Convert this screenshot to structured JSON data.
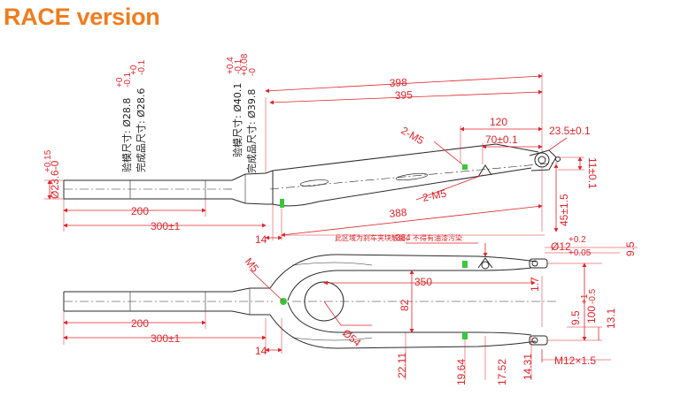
{
  "title": "RACE version",
  "colors": {
    "title": "#f07c1e",
    "dimension": "#e0242a",
    "outline": "#2a2a2a",
    "marker": "#38c83a"
  },
  "side_view": {
    "steerer_dia": "Ø23.6-0",
    "steerer_tol": "+0.15",
    "len_200": "200",
    "len_300": "300±1",
    "len_14": "14",
    "mold_upper": "验模尺寸: Ø28.8",
    "mold_upper_tol_top": "+0",
    "mold_upper_tol_bot": "-0.1",
    "final_upper": "完成品尺寸: Ø28.6",
    "final_upper_tol_top": "+0",
    "final_upper_tol_bot": "-0.1",
    "mold_lower": "验模尺寸: Ø40.1",
    "mold_lower_tol_top": "+0.4",
    "mold_lower_tol_bot": "-0.1",
    "final_lower": "完成品尺寸: Ø39.8",
    "final_lower_tol_top": "+0.08",
    "final_lower_tol_bot": "-0",
    "len_398": "398",
    "len_395": "395",
    "len_120": "120",
    "len_70": "70±0.1",
    "dia_23_5": "23.5±0.1",
    "m5_upper": "2-M5",
    "m5_lower": "2-M5",
    "len_388": "388",
    "offset_45": "45±1.5",
    "dim_11": "11±0.1"
  },
  "front_view": {
    "note": "此区域为刹车夹块触面，不得有油漆污染",
    "len_354_partial": "384",
    "axle_dia": "Ø12",
    "axle_tol_top": "+0.2",
    "axle_tol_bot": "+0.05",
    "dim_9_5_top": "9.5",
    "dim_1_7": "1.7",
    "len_350": "350",
    "dim_82": "82",
    "dia_54": "Ø54",
    "m5": "M5",
    "len_200": "200",
    "len_300": "300±1",
    "len_14": "14",
    "spacing_100": "100",
    "spacing_100_tol_top": "+1",
    "spacing_100_tol_bot": "-0.5",
    "dim_9_5_bottom": "9.5",
    "dim_13_1": "13.1",
    "dim_22_11": "22.11",
    "dim_19_64": "19.64",
    "dim_17_52": "17.52",
    "dim_14_31": "14.31",
    "thread": "M12×1.5"
  }
}
